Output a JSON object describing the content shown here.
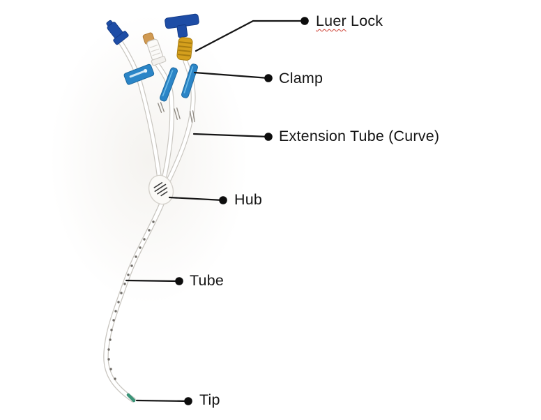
{
  "diagram": {
    "labels": [
      {
        "id": "luer-lock",
        "text": "Luer Lock",
        "misspelled_word": "Luer",
        "rest_word": "Lock"
      },
      {
        "id": "clamp",
        "text": "Clamp"
      },
      {
        "id": "extension-tube",
        "text": "Extension Tube (Curve)"
      },
      {
        "id": "hub",
        "text": "Hub"
      },
      {
        "id": "tube",
        "text": "Tube"
      },
      {
        "id": "tip",
        "text": "Tip"
      }
    ],
    "colors": {
      "label_text": "#141414",
      "leader_line": "#151515",
      "misspell_underline": "#cc3b2f",
      "connector_blue": "#1e4da6",
      "clamp_blue": "#2b85c7",
      "luer_yellow": "#d5a01d",
      "cap_orange": "#d09a52",
      "tube_white": "#ffffff",
      "tube_outline": "#c9c6c0",
      "tip_green": "#3a9478"
    }
  }
}
